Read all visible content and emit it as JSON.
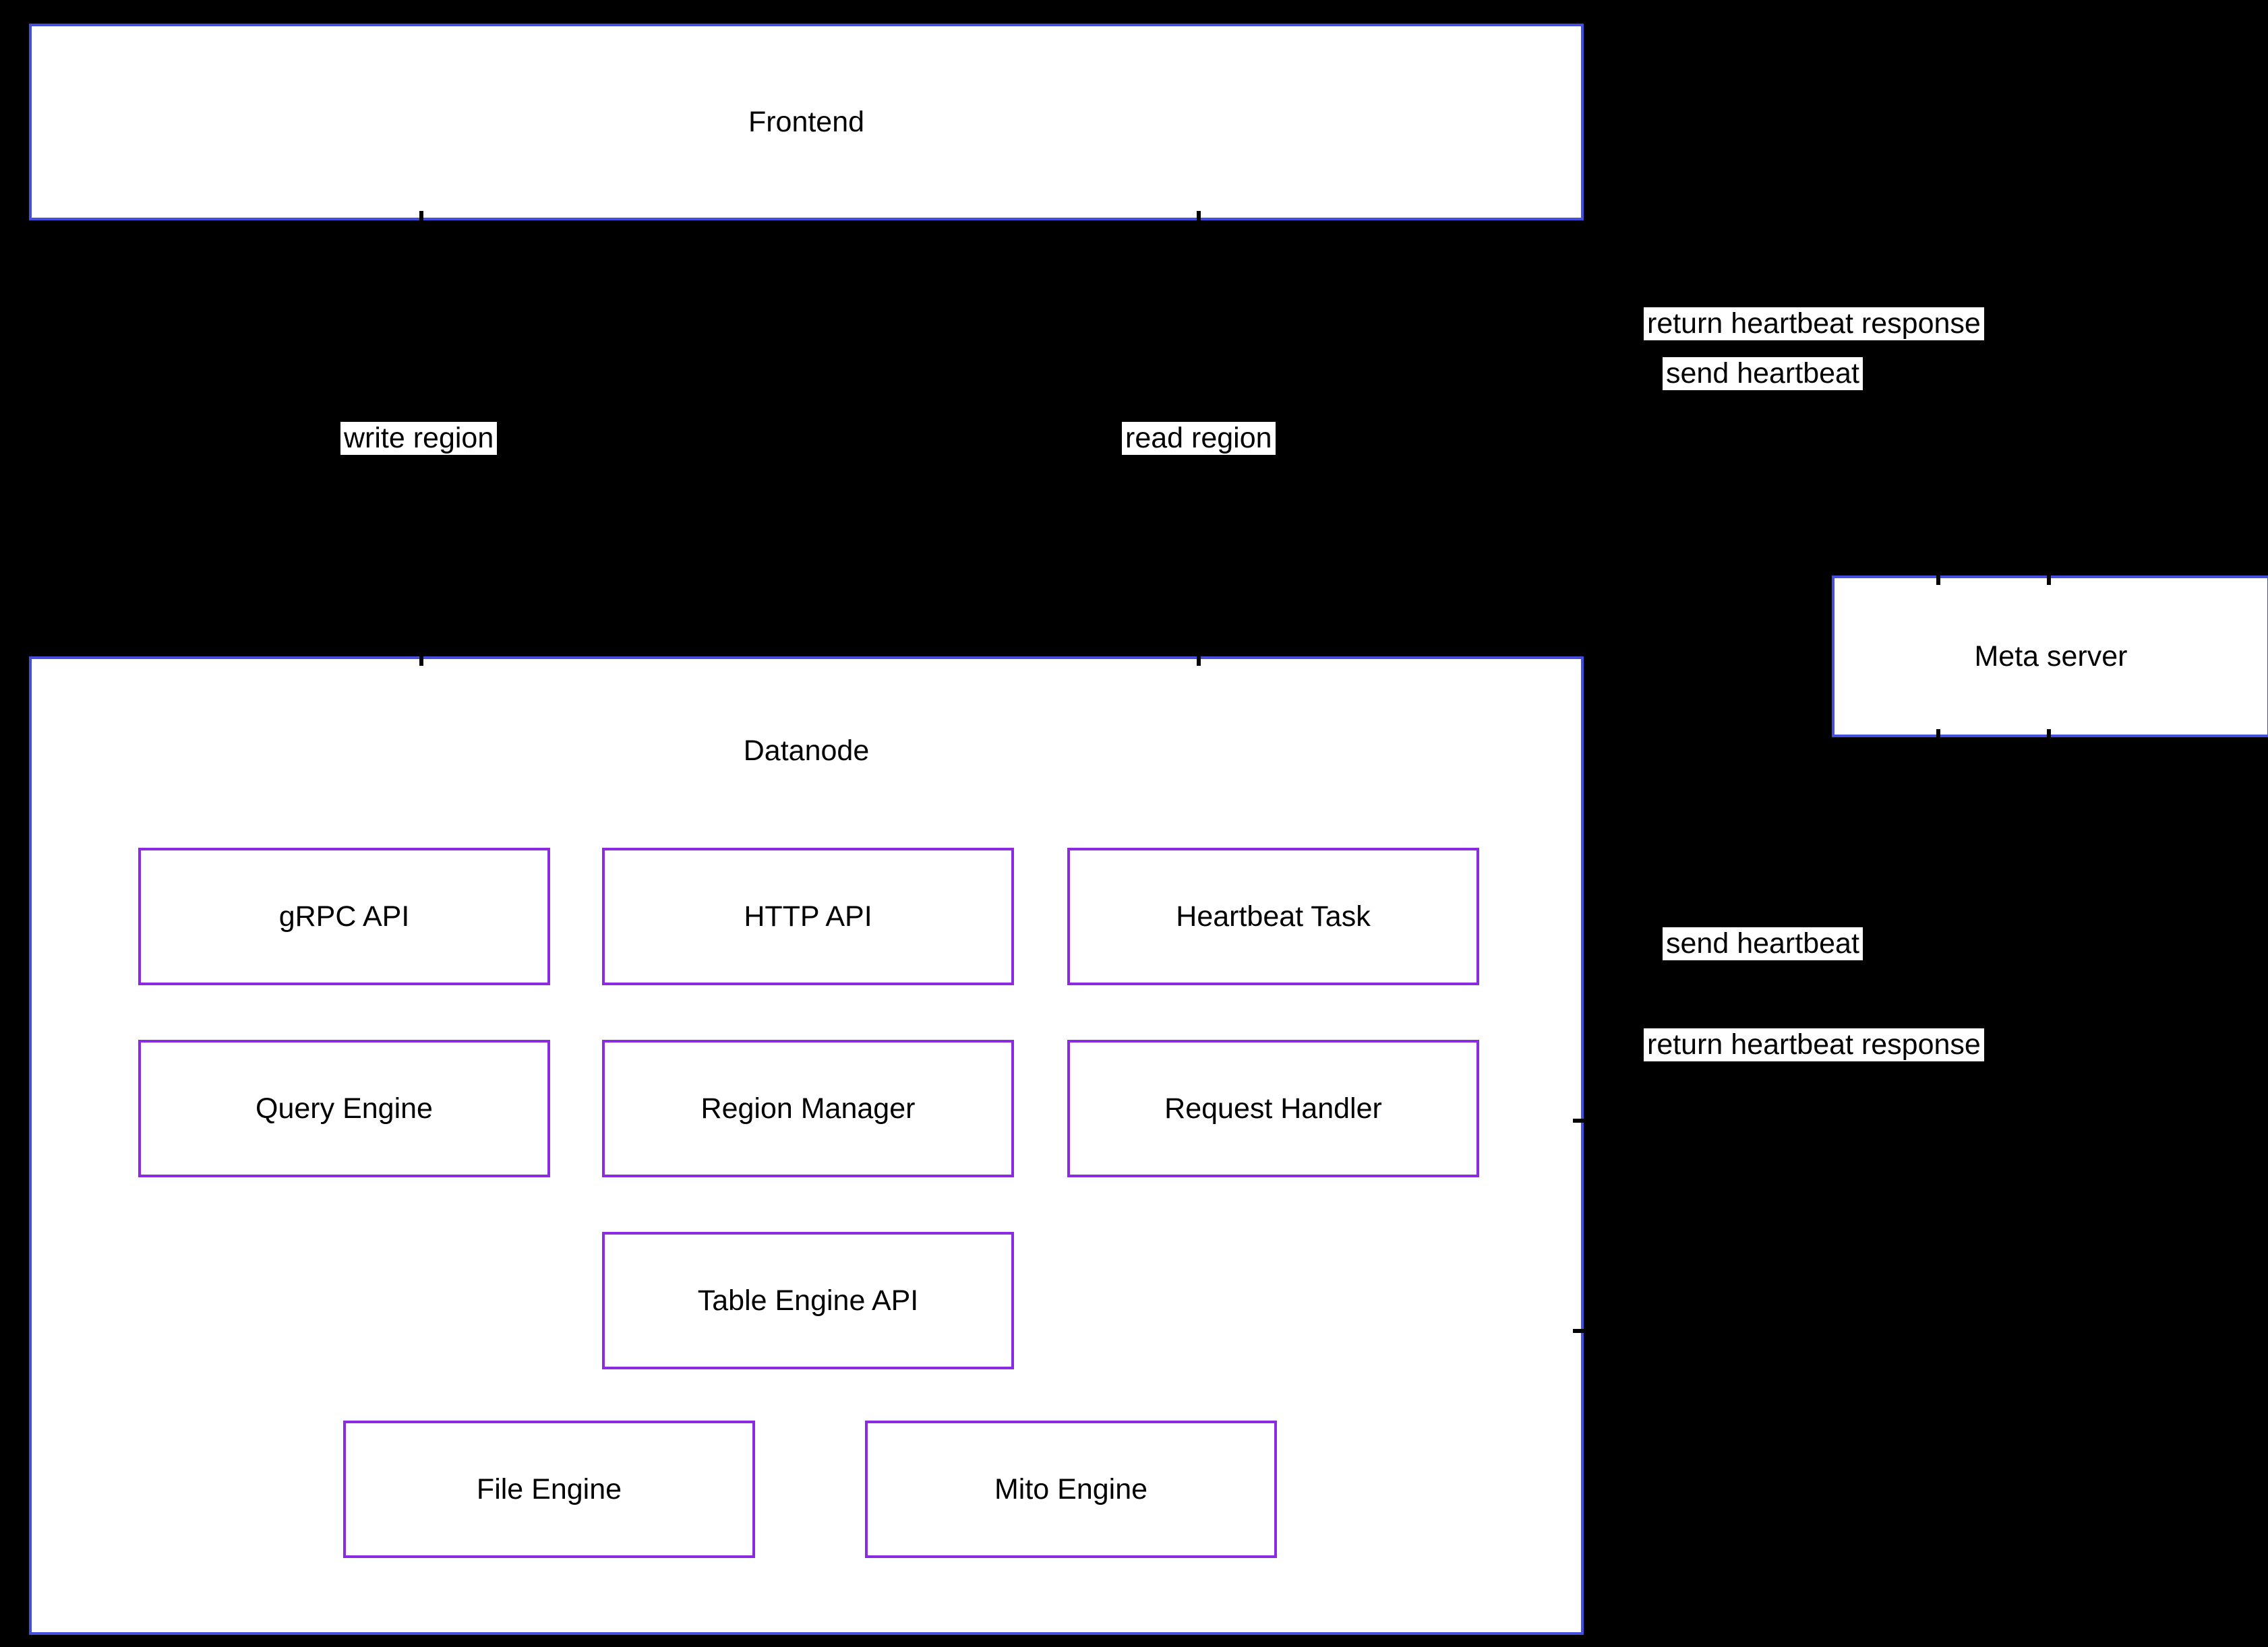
{
  "diagram": {
    "type": "architecture-diagram",
    "colors": {
      "background": "#000000",
      "node_fill": "#ffffff",
      "cluster_border": "#4450dd",
      "component_border": "#8a2be2",
      "text": "#000000",
      "edge_label_background": "#ffffff"
    },
    "nodes": {
      "frontend": {
        "label": "Frontend"
      },
      "meta_server": {
        "label": "Meta server"
      },
      "datanode": {
        "label": "Datanode",
        "components": [
          {
            "label": "gRPC API"
          },
          {
            "label": "HTTP API"
          },
          {
            "label": "Heartbeat Task"
          },
          {
            "label": "Query Engine"
          },
          {
            "label": "Region Manager"
          },
          {
            "label": "Request Handler"
          },
          {
            "label": "Table Engine API"
          },
          {
            "label": "File Engine"
          },
          {
            "label": "Mito Engine"
          }
        ]
      }
    },
    "edge_labels": [
      {
        "label": "return heartbeat response"
      },
      {
        "label": "send heartbeat"
      },
      {
        "label": "write region"
      },
      {
        "label": "read region"
      },
      {
        "label": "send heartbeat"
      },
      {
        "label": "return heartbeat response"
      }
    ]
  }
}
